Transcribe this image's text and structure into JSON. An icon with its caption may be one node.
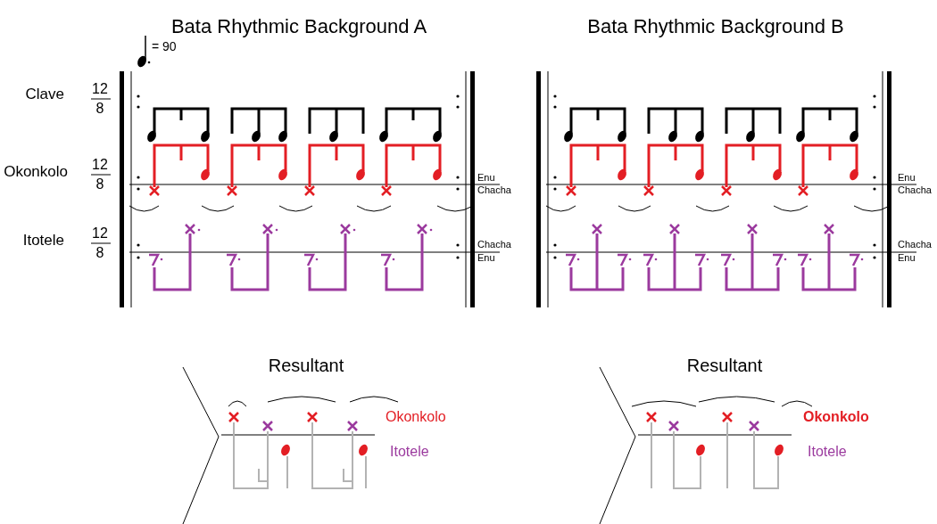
{
  "diagram": {
    "labels": [
      "Bata Rhythmic Background A",
      "Bata Rhythmic Background B",
      "= 90",
      "Clave",
      "12",
      "8",
      "Okonkolo",
      "12",
      "8",
      "Enu",
      "Chacha",
      "Itotele",
      "12",
      "8",
      "Chacha",
      "Enu",
      "Enu",
      "Chacha",
      "Chacha",
      "Enu",
      "Resultant",
      "Okonkolo",
      "Itotele",
      "Resultant",
      "Okonkolo",
      "Itotele"
    ]
  }
}
